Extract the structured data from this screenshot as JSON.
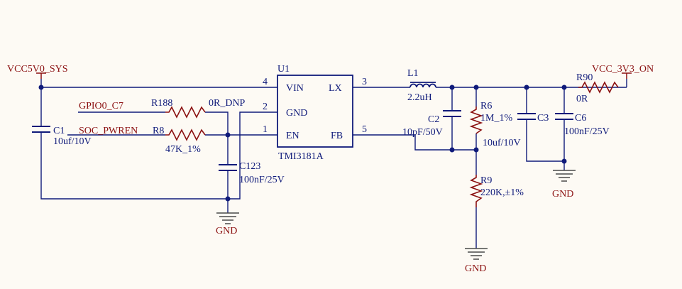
{
  "nets": {
    "vcc5v0": "VCC5V0_SYS",
    "vcc3v3": "VCC_3V3_ON",
    "gpio": "GPIO0_C7",
    "soc_pwren": "SOC_PWREN",
    "gnd": "GND"
  },
  "ic": {
    "ref": "U1",
    "part": "TMI3181A",
    "pins": {
      "vin": "VIN",
      "gnd": "GND",
      "en": "EN",
      "lx": "LX",
      "fb": "FB",
      "n4": "4",
      "n2": "2",
      "n1": "1",
      "n3": "3",
      "n5": "5"
    }
  },
  "components": {
    "c1": {
      "ref": "C1",
      "value": "10uf/10V"
    },
    "r188": {
      "ref": "R188",
      "value": "0R_DNP"
    },
    "r8": {
      "ref": "R8",
      "value": "47K_1%"
    },
    "c123": {
      "ref": "C123",
      "value": "100nF/25V"
    },
    "l1": {
      "ref": "L1",
      "value": "2.2uH"
    },
    "c2": {
      "ref": "C2",
      "value": "10pF/50V"
    },
    "r6": {
      "ref": "R6",
      "value": "1M_1%"
    },
    "r9": {
      "ref": "R9",
      "value": "220K,±1%"
    },
    "c3": {
      "ref": "C3",
      "value": "10uf/10V"
    },
    "c6": {
      "ref": "C6",
      "value": "100nF/25V"
    },
    "r90": {
      "ref": "R90",
      "value": "0R"
    }
  }
}
